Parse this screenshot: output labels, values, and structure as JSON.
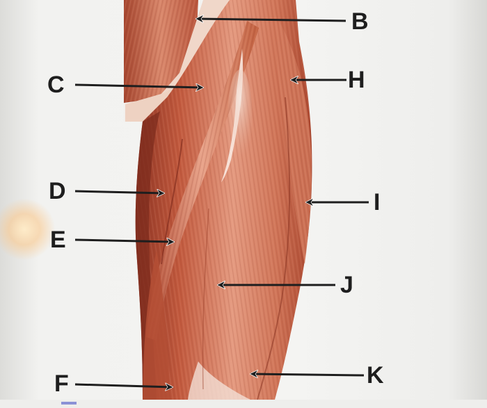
{
  "labels": {
    "B": "B",
    "C": "C",
    "D": "D",
    "E": "E",
    "F": "F",
    "H": "H",
    "I": "I",
    "J": "J",
    "K": "K"
  },
  "colors": {
    "muscle_base": "#c8654a",
    "muscle_light": "#e59a7f",
    "muscle_dark": "#8f3524",
    "tendon": "#f1ddd2",
    "background": "#f3f3f1",
    "label_text": "#1e1e1e",
    "arrow": "#1e1e1e"
  }
}
